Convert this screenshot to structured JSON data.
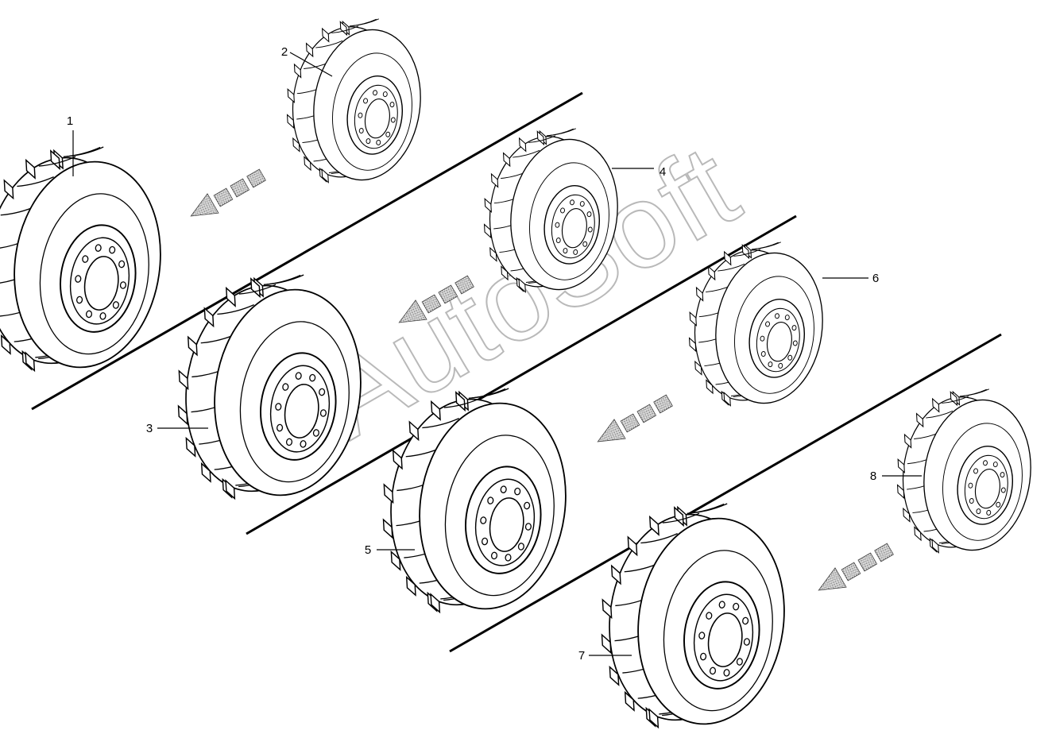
{
  "diagram": {
    "type": "exploded parts diagram - tire / wheel positions",
    "watermark": "AutoSoft",
    "callouts": [
      {
        "label": "1",
        "part": "tire"
      },
      {
        "label": "2",
        "part": "tire"
      },
      {
        "label": "3",
        "part": "tire"
      },
      {
        "label": "4",
        "part": "tire"
      },
      {
        "label": "5",
        "part": "tire"
      },
      {
        "label": "6",
        "part": "tire"
      },
      {
        "label": "7",
        "part": "tire"
      },
      {
        "label": "8",
        "part": "tire"
      }
    ],
    "arrow_direction": "lower-left",
    "arrow_count": 4,
    "divider_count": 3,
    "colors": {
      "ink": "#000000",
      "arrow_fill": "#9a9a9a",
      "watermark": "#b9b9b9"
    }
  }
}
